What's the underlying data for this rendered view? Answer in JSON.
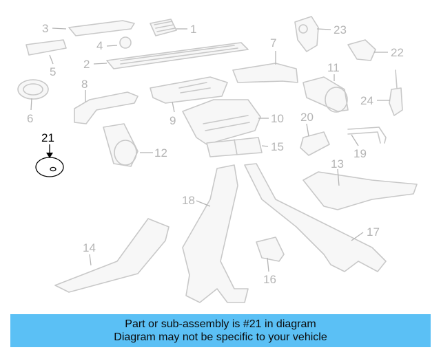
{
  "diagram": {
    "highlighted_part": "21",
    "labels": [
      "1",
      "2",
      "3",
      "4",
      "5",
      "6",
      "7",
      "8",
      "9",
      "10",
      "11",
      "12",
      "13",
      "14",
      "15",
      "16",
      "17",
      "18",
      "19",
      "20",
      "22",
      "23",
      "24"
    ],
    "colors": {
      "linework": "#c8c8c8",
      "highlight": "#000000",
      "banner": "#5bc0f5"
    }
  },
  "banner": {
    "line1": "Part or sub-assembly is #21 in diagram",
    "line2": "Diagram may not be specific to your vehicle"
  }
}
